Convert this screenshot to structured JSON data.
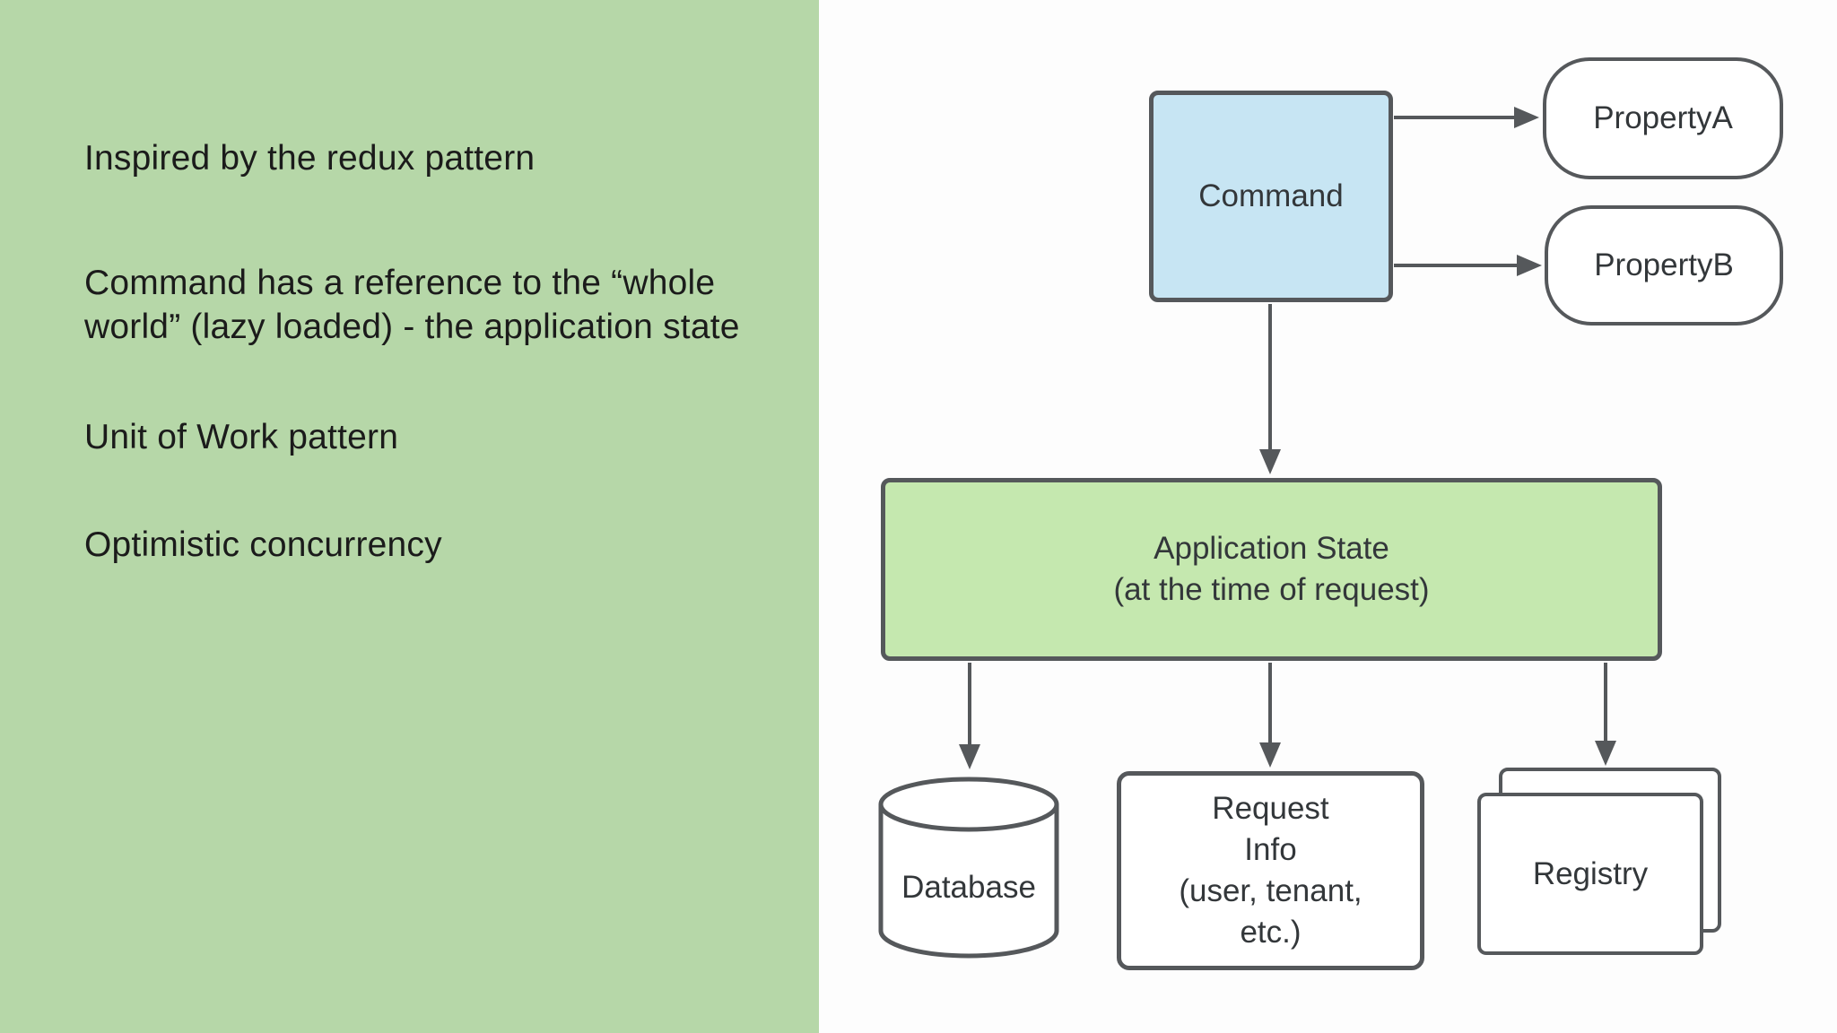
{
  "slide": {
    "background": "#fdfdfd",
    "panel_color": "#b6d7a8",
    "bullets": [
      "Inspired by the redux pattern",
      "Command has a reference to the “whole\nworld” (lazy loaded) - the application state",
      "Unit of Work pattern",
      "Optimistic concurrency"
    ]
  },
  "diagram": {
    "stroke_color": "#55585b",
    "text_color": "#33373a",
    "nodes": {
      "command": {
        "label": "Command",
        "fill": "#c7e5f3",
        "shape": "rectangle"
      },
      "property_a": {
        "label": "PropertyA",
        "fill": "#ffffff",
        "shape": "rounded-rectangle"
      },
      "property_b": {
        "label": "PropertyB",
        "fill": "#ffffff",
        "shape": "rounded-rectangle"
      },
      "application_state": {
        "label": "Application State\n(at the time of request)",
        "fill": "#c5e8af",
        "shape": "rectangle"
      },
      "database": {
        "label": "Database",
        "fill": "#ffffff",
        "shape": "cylinder"
      },
      "request_info": {
        "label": "Request\nInfo\n(user, tenant,\netc.)",
        "fill": "#ffffff",
        "shape": "rounded-rectangle"
      },
      "registry": {
        "label": "Registry",
        "fill": "#ffffff",
        "shape": "stacked-rectangles"
      }
    },
    "edges": [
      {
        "from": "command",
        "to": "property_a"
      },
      {
        "from": "command",
        "to": "property_b"
      },
      {
        "from": "command",
        "to": "application_state"
      },
      {
        "from": "application_state",
        "to": "database"
      },
      {
        "from": "application_state",
        "to": "request_info"
      },
      {
        "from": "application_state",
        "to": "registry"
      }
    ]
  }
}
